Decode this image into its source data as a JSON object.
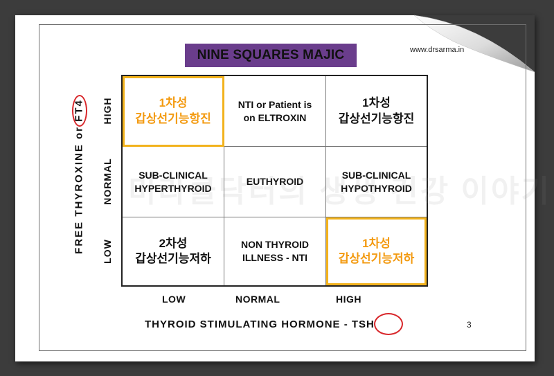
{
  "slide": {
    "title": "NINE SQUARES MAJIC",
    "url": "www.drsarma.in",
    "page_number": "3",
    "watermark": "미라클닥터의 생생 건강 이야기"
  },
  "axes": {
    "y_label": "FREE THYROXINE or FT4",
    "y_ticks": [
      "HIGH",
      "NORMAL",
      "LOW"
    ],
    "x_label": "THYROID STIMULATING HORMONE - TSH",
    "x_ticks": [
      "LOW",
      "NORMAL",
      "HIGH"
    ]
  },
  "grid": {
    "rows": [
      [
        "1차성\n갑상선기능항진",
        "NTI or Patient is\non ELTROXIN",
        "1차성\n갑상선기능항진"
      ],
      [
        "SUB-CLINICAL\nHYPERTHYROID",
        "EUTHYROID",
        "SUB-CLINICAL\nHYPOTHYROID"
      ],
      [
        "2차성\n갑상선기능저하",
        "NON THYROID\nILLNESS - NTI",
        "1차성\n갑상선기능저하"
      ]
    ]
  },
  "colors": {
    "title_bg": "#6a3d8c",
    "highlight_text": "#f39a10",
    "highlight_border": "#f2b21c",
    "annotation_ring": "#d8262a"
  }
}
